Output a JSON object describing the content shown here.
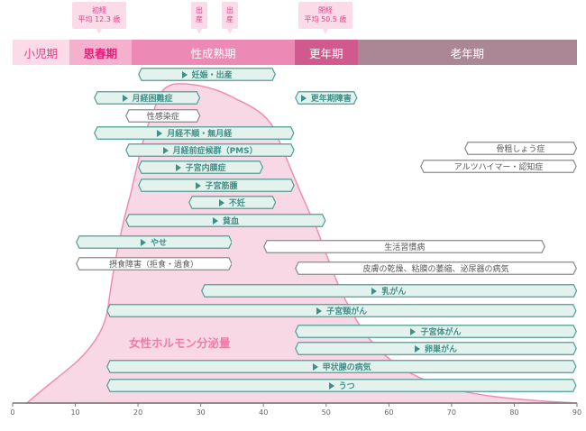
{
  "callouts": [
    {
      "line1": "初経",
      "line2": "平均 12.3 歳"
    },
    {
      "line1": "出",
      "line2": "産"
    },
    {
      "line1": "出",
      "line2": "産"
    },
    {
      "line1": "閉経",
      "line2": "平均 50.5 歳"
    }
  ],
  "stages": [
    {
      "label": "小児期",
      "from": 0,
      "to": 9,
      "bg": "#fbdbe7",
      "fg": "#e0418a"
    },
    {
      "label": "思春期",
      "from": 9,
      "to": 19,
      "bg": "#f4b0cc",
      "fg": "#e0207a"
    },
    {
      "label": "性成熟期",
      "from": 19,
      "to": 45,
      "bg": "#ec89b4",
      "fg": "#ffffff"
    },
    {
      "label": "更年期",
      "from": 45,
      "to": 55,
      "bg": "#d2598e",
      "fg": "#ffffff"
    },
    {
      "label": "老年期",
      "from": 55,
      "to": 90,
      "bg": "#ab8795",
      "fg": "#ffffff"
    }
  ],
  "conditions": [
    {
      "label": "妊娠・出産",
      "from": 20,
      "to": 42,
      "style": "teal"
    },
    {
      "label": "月経困難症",
      "from": 13,
      "to": 30,
      "style": "teal"
    },
    {
      "label": "更年期障害",
      "from": 45,
      "to": 55,
      "style": "teal"
    },
    {
      "label": "性感染症",
      "from": 18,
      "to": 30,
      "style": "gray"
    },
    {
      "label": "月経不順・無月経",
      "from": 13,
      "to": 45,
      "style": "teal"
    },
    {
      "label": "月経前症候群（PMS）",
      "from": 18,
      "to": 45,
      "style": "teal"
    },
    {
      "label": "子宮内膜症",
      "from": 20,
      "to": 40,
      "style": "teal"
    },
    {
      "label": "子宮筋腫",
      "from": 20,
      "to": 45,
      "style": "teal"
    },
    {
      "label": "不妊",
      "from": 28,
      "to": 42,
      "style": "teal"
    },
    {
      "label": "貧血",
      "from": 18,
      "to": 50,
      "style": "teal"
    },
    {
      "label": "やせ",
      "from": 10,
      "to": 35,
      "style": "teal"
    },
    {
      "label": "生活習慣病",
      "from": 40,
      "to": 85,
      "style": "gray"
    },
    {
      "label": "摂食障害（拒食・過食）",
      "from": 10,
      "to": 35,
      "style": "gray"
    },
    {
      "label": "皮膚の乾燥、粘膜の萎縮、泌尿器の病気",
      "from": 45,
      "to": 90,
      "style": "gray"
    },
    {
      "label": "骨粗しょう症",
      "from": 72,
      "to": 90,
      "style": "gray"
    },
    {
      "label": "アルツハイマー・認知症",
      "from": 65,
      "to": 90,
      "style": "gray"
    },
    {
      "label": "乳がん",
      "from": 30,
      "to": 90,
      "style": "teal"
    },
    {
      "label": "子宮頸がん",
      "from": 15,
      "to": 90,
      "style": "teal"
    },
    {
      "label": "子宮体がん",
      "from": 45,
      "to": 90,
      "style": "teal"
    },
    {
      "label": "卵巣がん",
      "from": 45,
      "to": 90,
      "style": "teal"
    },
    {
      "label": "甲状腺の病気",
      "from": 15,
      "to": 90,
      "style": "teal"
    },
    {
      "label": "うつ",
      "from": 15,
      "to": 90,
      "style": "teal"
    }
  ],
  "hormone_label": "女性ホルモン分泌量",
  "axis": {
    "min": 0,
    "max": 90,
    "ticks": [
      "0",
      "10",
      "20",
      "30",
      "40",
      "50",
      "60",
      "70",
      "80",
      "90"
    ]
  },
  "colors": {
    "teal_fill": "#e3f2ec",
    "teal_stroke": "#4e9e96",
    "gray_stroke": "#8a8a8a",
    "hormone_fill": "#f9d8e5",
    "hormone_stroke": "#f08db5"
  }
}
